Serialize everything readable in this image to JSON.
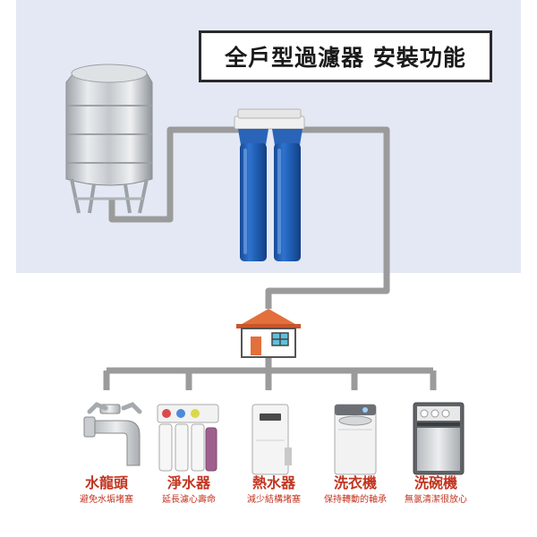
{
  "title": "全戶型過濾器 安裝功能",
  "colors": {
    "pipe": "#9b9b9b",
    "accent_text": "#c2341f",
    "roof": "#e36f3c",
    "filter_blue": "#1f5fb4",
    "background_panel": "#e3e8f4"
  },
  "appliances": [
    {
      "name": "水龍頭",
      "desc": "避免水垢堵塞",
      "icon": "faucet-icon"
    },
    {
      "name": "淨水器",
      "desc": "延長濾心壽命",
      "icon": "water-purifier-icon"
    },
    {
      "name": "熱水器",
      "desc": "減少結構堵塞",
      "icon": "water-heater-icon"
    },
    {
      "name": "洗衣機",
      "desc": "保持轉動的軸承",
      "icon": "washing-machine-icon"
    },
    {
      "name": "洗碗機",
      "desc": "無氯清潔很放心",
      "icon": "dishwasher-icon"
    }
  ]
}
